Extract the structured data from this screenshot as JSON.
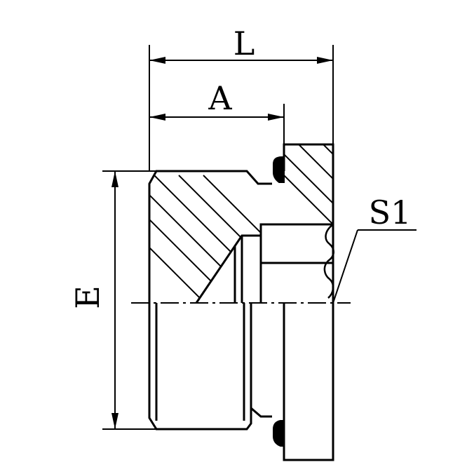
{
  "labels": {
    "length": "L",
    "flange_offset": "A",
    "thread_diameter": "E",
    "hex_size": "S1"
  },
  "colors": {
    "line": "#000000",
    "background": "#ffffff"
  }
}
